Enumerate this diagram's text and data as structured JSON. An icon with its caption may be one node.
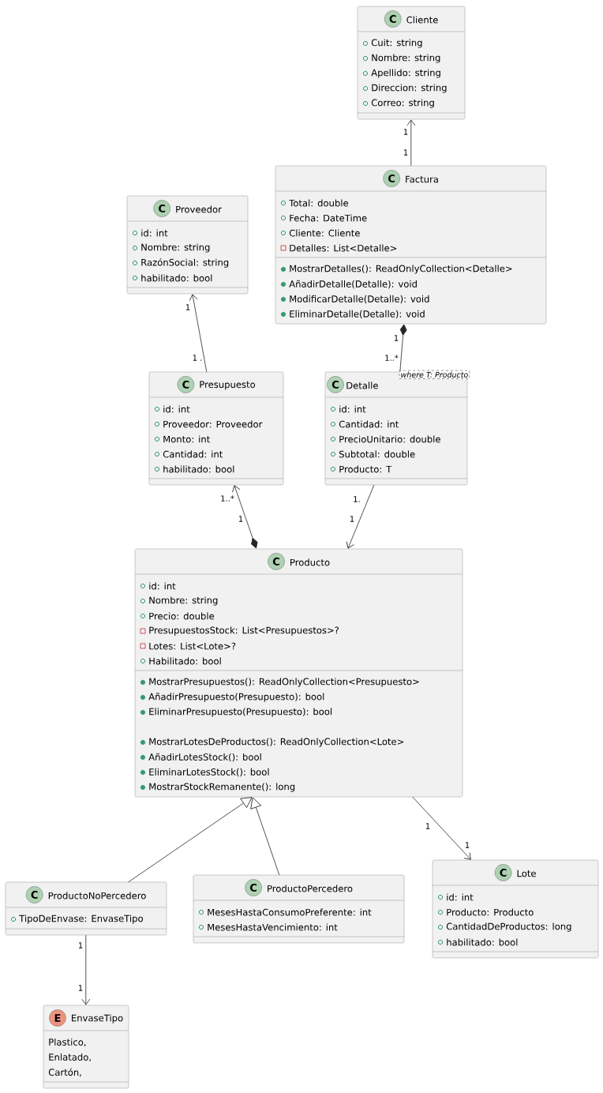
{
  "diagram": {
    "nodes": [
      {
        "text": [
          "C",
          "Cliente",
          "Cuit: string",
          "Nombre: string",
          "Apellido: string",
          "Direccion: string",
          "Correo: string"
        ]
      },
      {
        "text": [
          "C",
          "Factura",
          "Total: double",
          "Fecha: DateTime",
          "Cliente: Cliente",
          "Detalles: List<Detalle>",
          "MostrarDetalles(): ReadOnlyCollection<Detalle>",
          "AñadirDetalle(Detalle): void",
          "ModificarDetalle(Detalle): void",
          "EliminarDetalle(Detalle): void"
        ]
      },
      {
        "text": [
          "C",
          "Proveedor",
          "id: int",
          "Nombre: string",
          "RazónSocial: string",
          "habilitado: bool"
        ]
      },
      {
        "text": [
          "C",
          "Presupuesto",
          "id: int",
          "Proveedor: Proveedor",
          "Monto: int",
          "Cantidad: int",
          "habilitado: bool"
        ]
      },
      {
        "text": [
          "C",
          "Detalle",
          "where T: Producto",
          "id: int",
          "Cantidad: int",
          "PrecioUnitario: double",
          "Subtotal: double",
          "Producto: T"
        ]
      },
      {
        "text": [
          "C",
          "Producto",
          "id: int",
          "Nombre: string",
          "Precio: double",
          "PresupuestosStock: List<Presupuestos>?",
          "Lotes: List<Lote>?",
          "Habilitado: bool",
          "MostrarPresupuestos(): ReadOnlyCollection<Presupuesto>",
          "AñadirPresupuesto(Presupuesto): bool",
          "EliminarPresupuesto(Presupuesto): bool",
          "MostrarLotesDeProductos(): ReadOnlyCollection<Lote>",
          "AñadirLotesStock(): bool",
          "EliminarLotesStock(): bool",
          "MostrarStockRemanente(): long"
        ]
      },
      {
        "text": [
          "C",
          "ProductoNoPercedero",
          "TipoDeEnvase: EnvaseTipo"
        ]
      },
      {
        "text": [
          "C",
          "ProductoPercedero",
          "MesesHastaConsumoPreferente: int",
          "MesesHastaVencimiento: int"
        ]
      },
      {
        "text": [
          "C",
          "Lote",
          "id: int",
          "Producto: Producto",
          "CantidadDeProductos: long",
          "habilitado: bool"
        ]
      },
      {
        "text": [
          "E",
          "EnvaseTipo",
          "Plastico,",
          "Enlatado,",
          "Cartón,"
        ]
      }
    ],
    "edges": [
      {
        "from": 1,
        "to": 0,
        "arrow": "to"
      },
      {
        "from": 3,
        "to": 2,
        "arrow": "to"
      },
      {
        "from": 1,
        "to": 4,
        "arrow": "other"
      },
      {
        "from": 5,
        "to": 3,
        "arrow": "to"
      },
      {
        "from": 4,
        "to": 5,
        "arrow": "to"
      },
      {
        "from": 6,
        "to": 5,
        "arrow": "to"
      },
      {
        "from": 7,
        "to": 5,
        "arrow": "to"
      },
      {
        "from": 5,
        "to": 8,
        "arrow": "to"
      },
      {
        "from": 6,
        "to": 9,
        "arrow": "to"
      }
    ],
    "labels": [
      "1",
      "1",
      "1",
      "1",
      "1 .",
      "1..*",
      "1..*",
      "1.",
      "1",
      "1",
      "1",
      "1",
      "1",
      "1"
    ]
  }
}
